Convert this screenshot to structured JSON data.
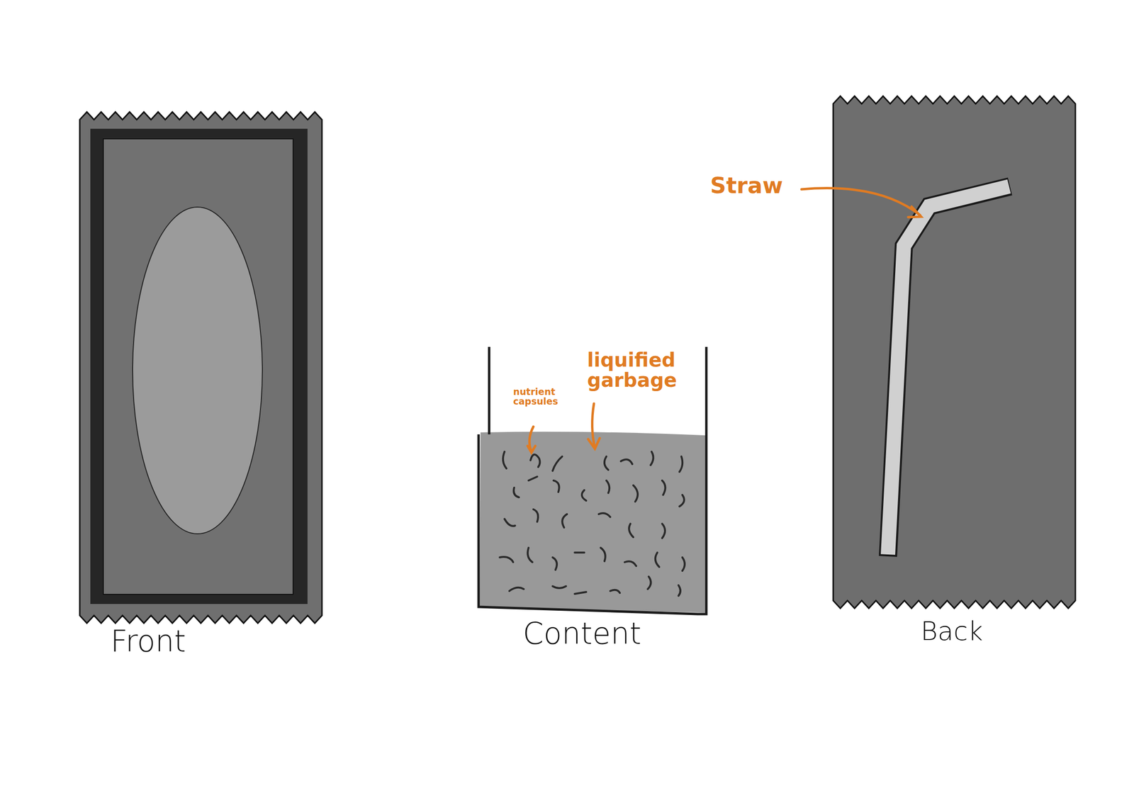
{
  "diagram": {
    "labels": [
      "Straw",
      "liquified garbage",
      "nutrient capsules",
      "Front",
      "Content",
      "Back"
    ]
  }
}
